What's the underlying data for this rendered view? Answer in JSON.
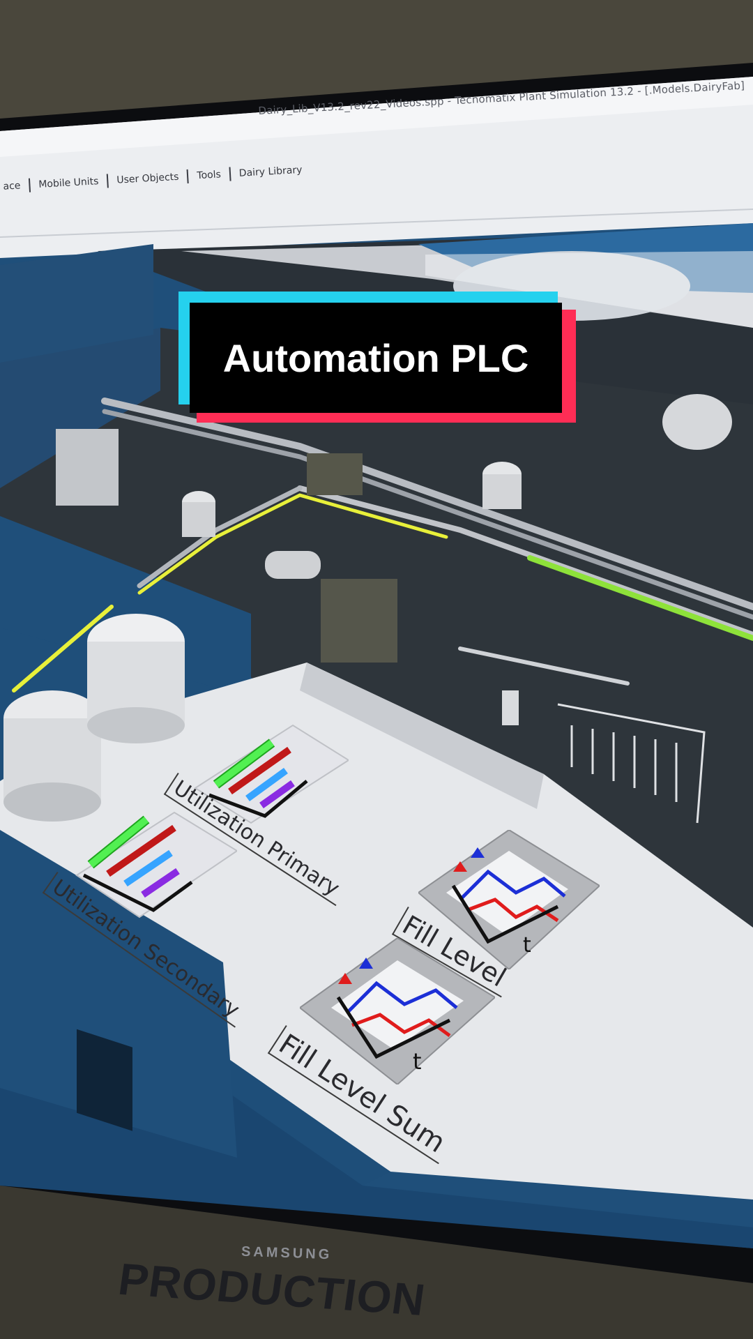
{
  "window": {
    "title": "Dairy_Lib_V13.2_rev22_Videos.spp - Tecnomatix Plant Simulation 13.2 - [.Models.DairyFab]"
  },
  "toolbar_tabs": [
    {
      "label": "ace"
    },
    {
      "label": "Mobile Units"
    },
    {
      "label": "User Objects"
    },
    {
      "label": "Tools"
    },
    {
      "label": "Dairy Library"
    }
  ],
  "overlay": {
    "caption": "Automation PLC",
    "colors": {
      "caption_bg": "#000000",
      "shadow_cyan": "#25d1ee",
      "shadow_red": "#ff2d55"
    }
  },
  "model_objects": {
    "utilization_primary": "Utilization Primary",
    "utilization_secondary": "Utilization Secondary",
    "fill_level": "Fill Level",
    "fill_level_sum": "Fill Level Sum",
    "plot_time_axis": "t"
  },
  "monitor": {
    "brand": "SAMSUNG",
    "sticker": "PRODUCTION"
  },
  "icons": [
    "bar-chart-icon",
    "line-plot-icon",
    "tank-icon",
    "pipe-bundle"
  ],
  "colors": {
    "wall_blue": "#1f4f7a",
    "floor_dark": "#2d3338",
    "floor_light": "#e9ebee",
    "pipe_yellow": "#e8f03a",
    "pipe_green": "#8ee23a"
  }
}
